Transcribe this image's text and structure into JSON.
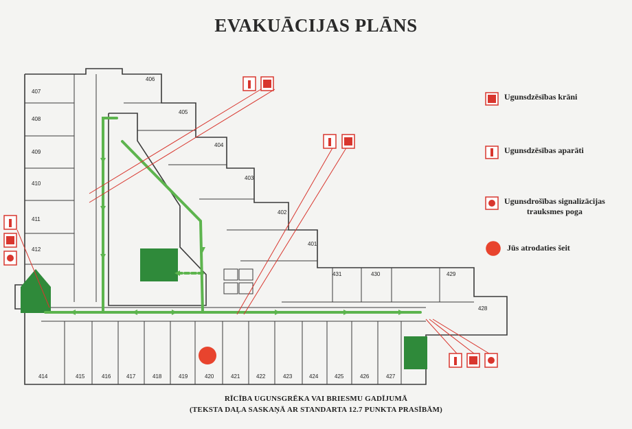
{
  "title": "EVAKUĀCIJAS PLĀNS",
  "legend": {
    "hydrant": "Ugunsdzēsības krāni",
    "extinguisher": "Ugunsdzēsības aparāti",
    "alarm_line1": "Ugunsdrošības signalizācijas",
    "alarm_line2": "trauksmes poga",
    "you_are_here": "Jūs atrodaties šeit"
  },
  "rooms": {
    "r401": "401",
    "r402": "402",
    "r403": "403",
    "r404": "404",
    "r405": "405",
    "r406": "406",
    "r407": "407",
    "r408": "408",
    "r409": "409",
    "r410": "410",
    "r411": "411",
    "r412": "412",
    "r414": "414",
    "r415": "415",
    "r416": "416",
    "r417": "417",
    "r418": "418",
    "r419": "419",
    "r420": "420",
    "r421": "421",
    "r422": "422",
    "r423": "423",
    "r424": "424",
    "r425": "425",
    "r426": "426",
    "r427": "427",
    "r428": "428",
    "r429": "429",
    "r430": "430",
    "r431": "431"
  },
  "footer": {
    "line1": "RĪCĪBA UGUNSGRĒKA VAI BRIESMU GADĪJUMĀ",
    "line2": "(TEKSTA DAĻA SASKAŅĀ AR STANDARTA 12.7 PUNKTA PRASĪBĀM)"
  },
  "colors": {
    "fire_red": "#d8362e",
    "route_green": "#5db44e",
    "stair_green": "#2f8a3a",
    "wall": "#3a3a3a",
    "you_are_here": "#e8442e"
  }
}
